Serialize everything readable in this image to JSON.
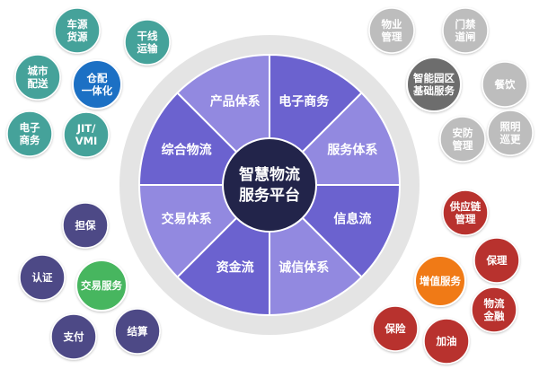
{
  "center": {
    "line1": "智慧物流",
    "line2": "服务平台"
  },
  "colors": {
    "ring": "#e4e4e4",
    "segment_dark": "#6b62cf",
    "segment_light": "#9289e0",
    "hub": "#22244a",
    "teal": "#45a29a",
    "teal_accent": "#1e6fc4",
    "gray": "#bdbdbd",
    "gray_accent": "#6d6d6d",
    "navy": "#4d4a86",
    "navy_accent": "#46b65e",
    "red": "#b8322f",
    "red_accent": "#f07a16"
  },
  "segments": [
    {
      "label": "电子商务"
    },
    {
      "label": "服务体系"
    },
    {
      "label": "信息流"
    },
    {
      "label": "诚信体系"
    },
    {
      "label": "资金流"
    },
    {
      "label": "交易体系"
    },
    {
      "label": "综合物流"
    },
    {
      "label": "产品体系"
    }
  ],
  "clusters": {
    "logistics": {
      "hub": {
        "lines": [
          "仓配",
          "一体化"
        ]
      },
      "items": [
        {
          "lines": [
            "车源",
            "货源"
          ]
        },
        {
          "lines": [
            "干线",
            "运输"
          ]
        },
        {
          "lines": [
            "城市",
            "配送"
          ]
        },
        {
          "lines": [
            "电子",
            "商务"
          ]
        },
        {
          "lines": [
            "JIT/",
            "VMI"
          ]
        }
      ]
    },
    "park": {
      "hub": {
        "lines": [
          "智能园区",
          "基础服务"
        ]
      },
      "items": [
        {
          "lines": [
            "物业",
            "管理"
          ]
        },
        {
          "lines": [
            "门禁",
            "道闸"
          ]
        },
        {
          "lines": [
            "餐饮"
          ]
        },
        {
          "lines": [
            "安防",
            "管理"
          ]
        },
        {
          "lines": [
            "照明",
            "巡更"
          ]
        }
      ]
    },
    "trade": {
      "hub": {
        "lines": [
          "交易服务"
        ]
      },
      "items": [
        {
          "lines": [
            "担保"
          ]
        },
        {
          "lines": [
            "认证"
          ]
        },
        {
          "lines": [
            "支付"
          ]
        },
        {
          "lines": [
            "结算"
          ]
        }
      ]
    },
    "value_added": {
      "hub": {
        "lines": [
          "增值服务"
        ]
      },
      "items": [
        {
          "lines": [
            "供应链",
            "管理"
          ]
        },
        {
          "lines": [
            "保理"
          ]
        },
        {
          "lines": [
            "保险"
          ]
        },
        {
          "lines": [
            "加油"
          ]
        },
        {
          "lines": [
            "物流",
            "金融"
          ]
        }
      ]
    }
  }
}
